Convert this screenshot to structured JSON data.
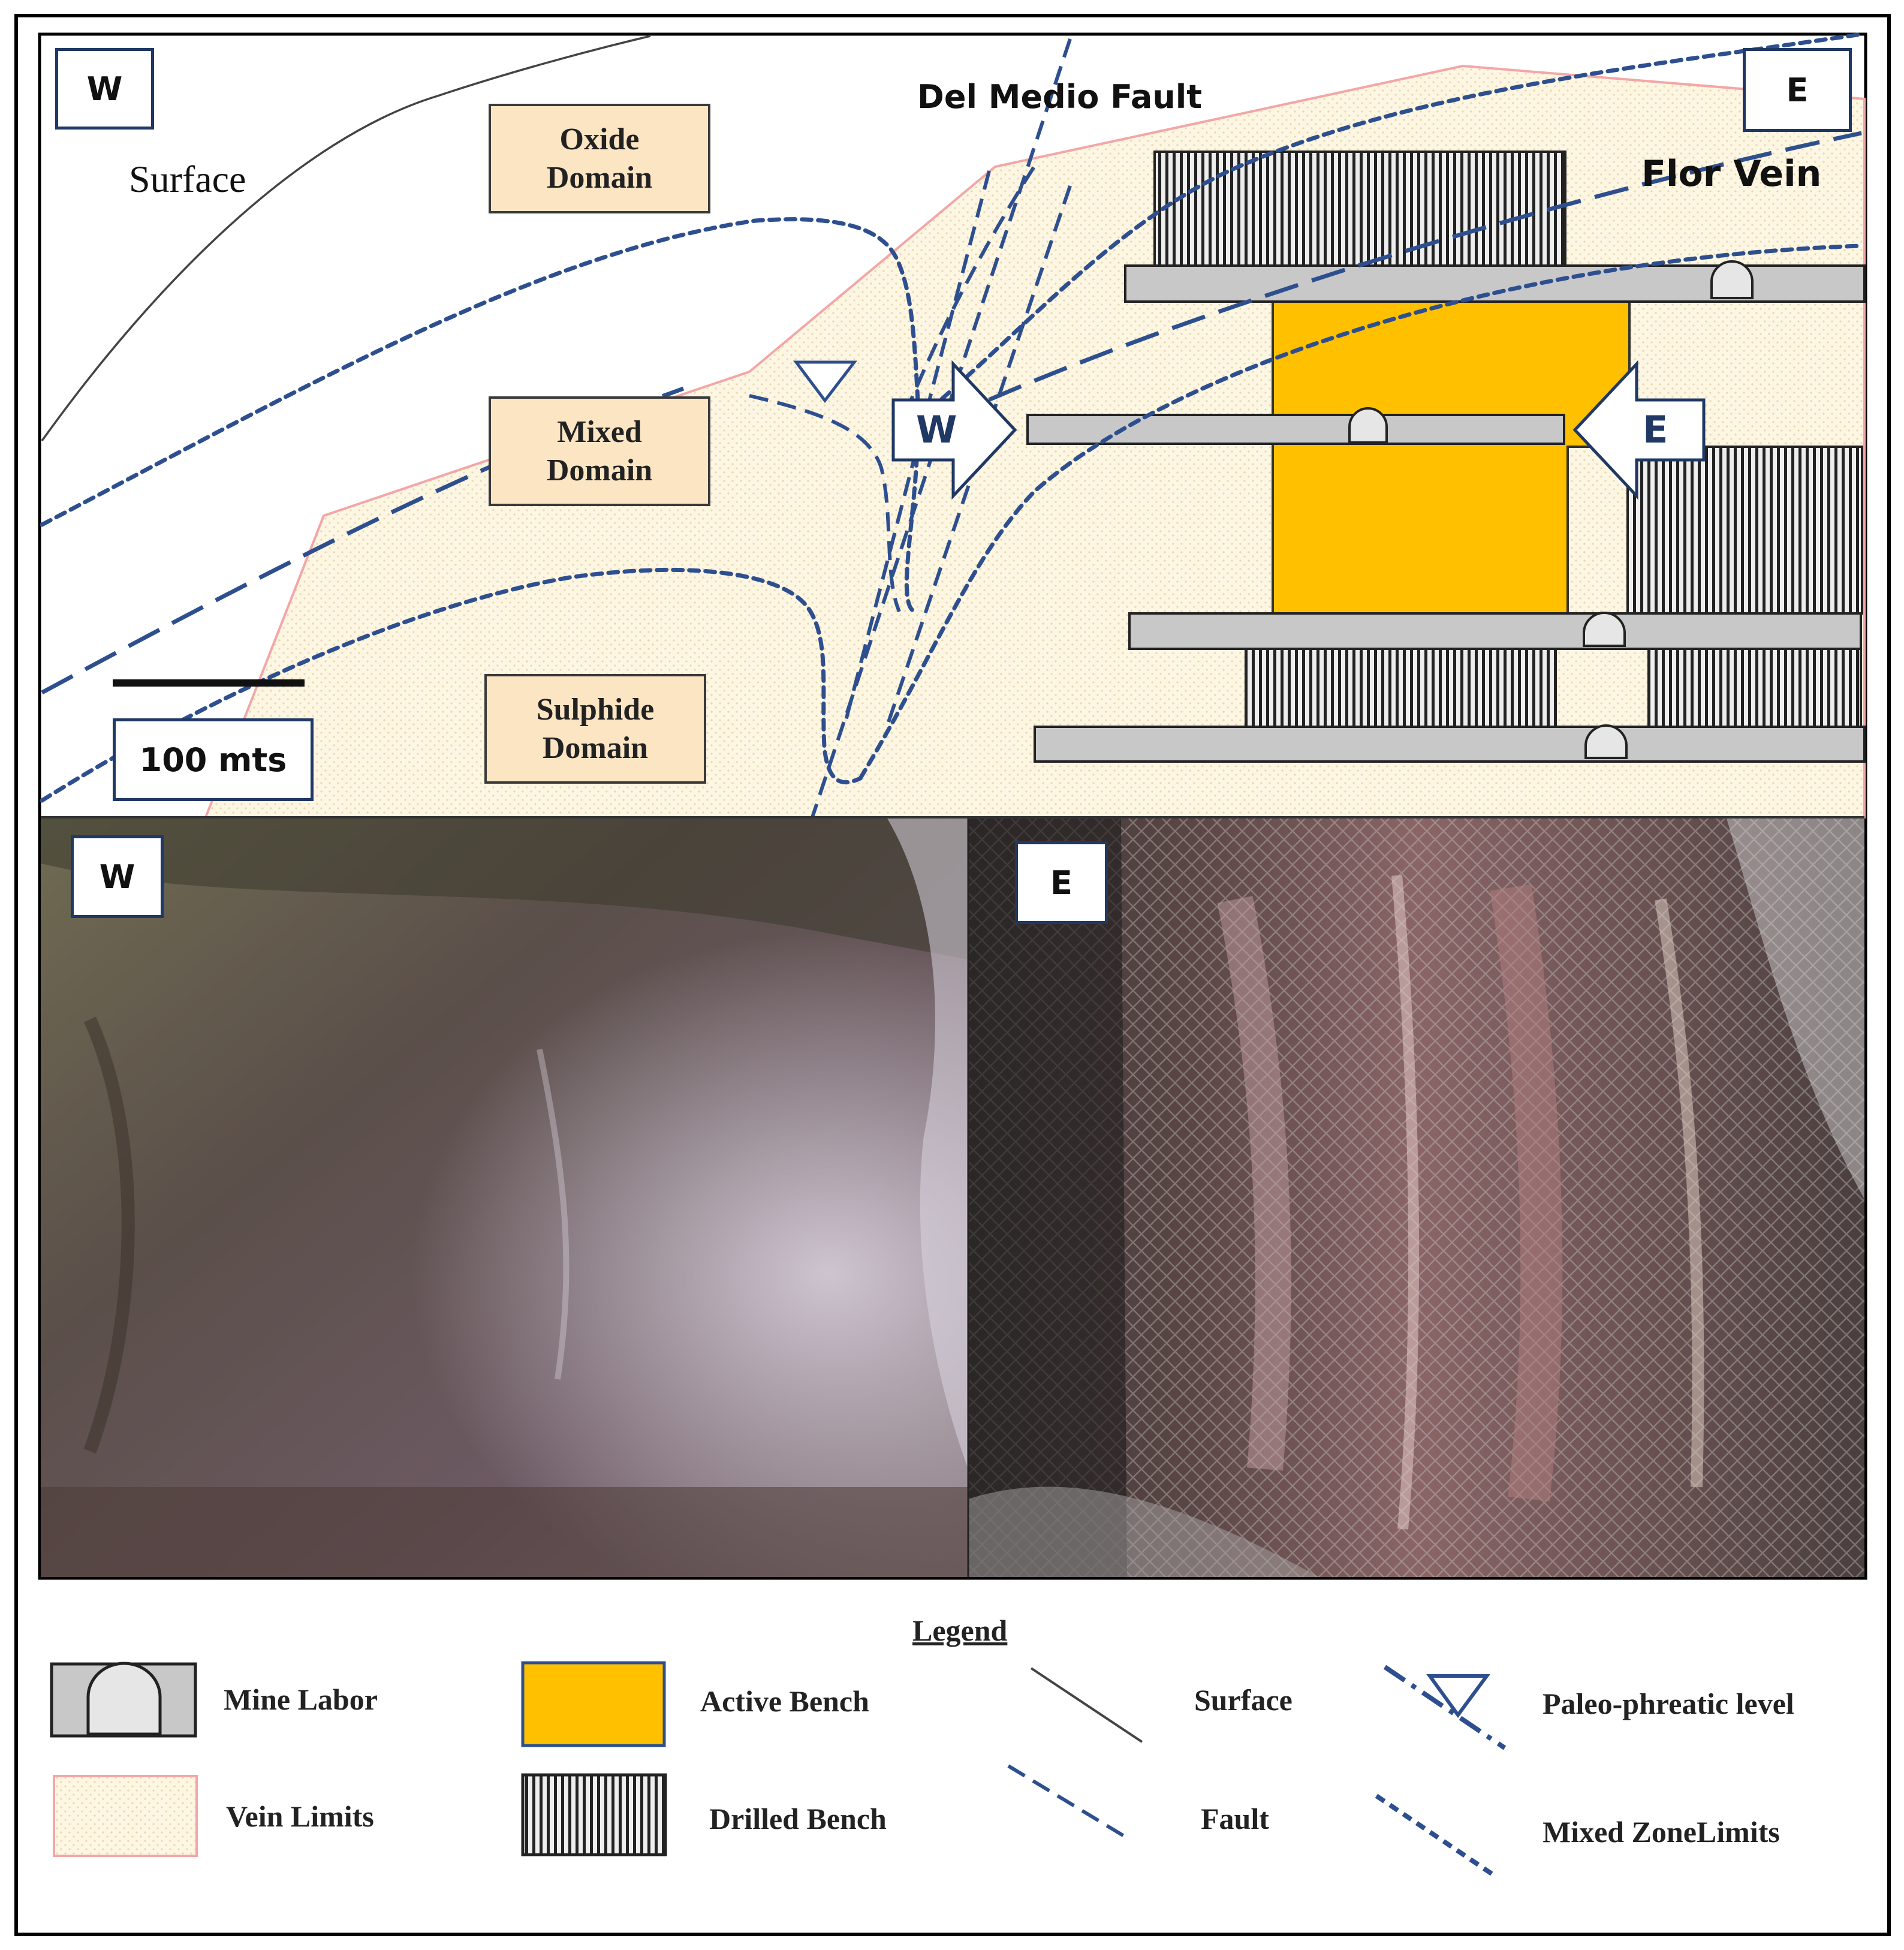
{
  "diagram": {
    "domains": {
      "oxide": "Oxide\nDomain",
      "mixed": "Mixed\nDomain",
      "sulphide": "Sulphide\nDomain"
    },
    "labels": {
      "surface": "Surface",
      "fault": "Del Medio Fault",
      "vein": "Flor Vein",
      "scale": "100 mts"
    },
    "orientation": {
      "west": "W",
      "east": "E"
    },
    "arrows": {
      "west": "W",
      "east": "E"
    },
    "colors": {
      "fault_blue": "#2e4f8f",
      "active_bench": "#ffc000",
      "vein_fill": "#fdf6e3",
      "vein_limit": "#f4a6a6",
      "mine_labor": "#c8c8c8"
    }
  },
  "photos": {
    "west_label": "W",
    "east_label": "E"
  },
  "legend": {
    "title": "Legend",
    "items": [
      {
        "label": "Mine Labor",
        "symbol": "mine-labor"
      },
      {
        "label": "Active Bench",
        "symbol": "active-bench"
      },
      {
        "label": "Surface",
        "symbol": "surface-line"
      },
      {
        "label": "Paleo-phreatic level",
        "symbol": "paleo-phreatic"
      },
      {
        "label": "Vein Limits",
        "symbol": "vein-limits"
      },
      {
        "label": "Drilled Bench",
        "symbol": "drilled-bench"
      },
      {
        "label": "Fault",
        "symbol": "fault-line"
      },
      {
        "label": "Mixed ZoneLimits",
        "symbol": "mixed-zone-line"
      }
    ]
  }
}
